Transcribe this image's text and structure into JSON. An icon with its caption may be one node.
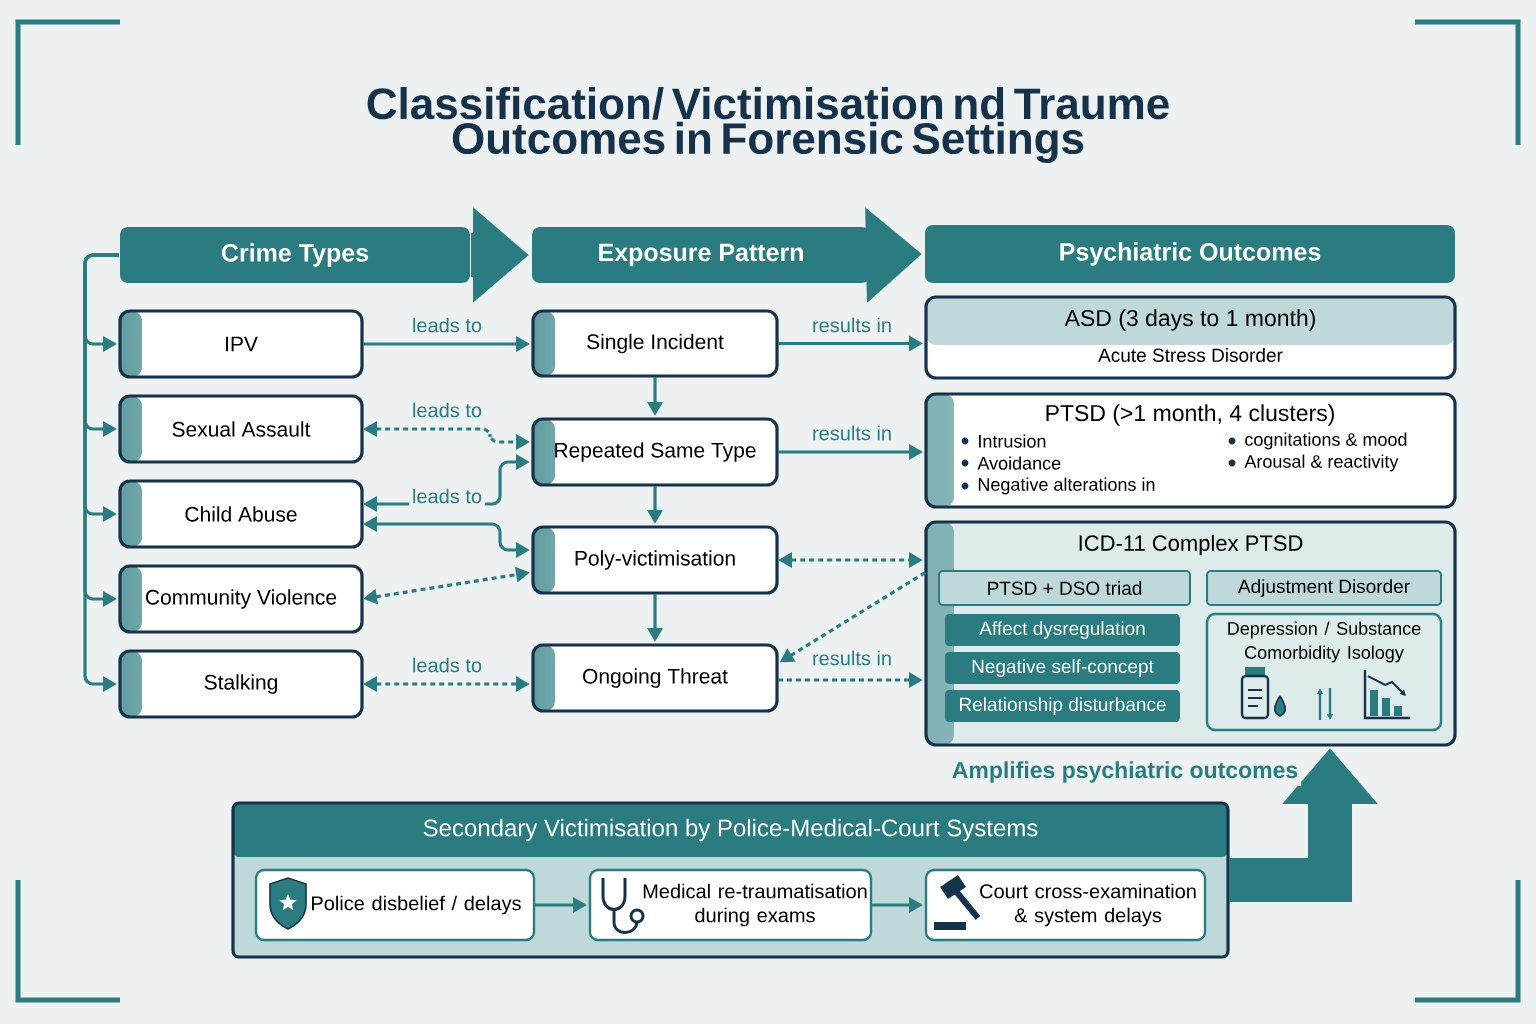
{
  "diagram": {
    "title": "Classification/ Victimisation nd Traume Outcomes in Forensic Settings",
    "nodes": [
      {
        "text": [
          "Crime Types"
        ]
      },
      {
        "text": [
          "Exposure Pattern"
        ]
      },
      {
        "text": [
          "Psychiatric Outcomes"
        ]
      },
      {
        "text": [
          "IPV"
        ]
      },
      {
        "text": [
          "Sexual Assault"
        ]
      },
      {
        "text": [
          "Child Abuse"
        ]
      },
      {
        "text": [
          "Community Violence"
        ]
      },
      {
        "text": [
          "Stalking"
        ]
      },
      {
        "text": [
          "Single Incident"
        ]
      },
      {
        "text": [
          "Repeated Same Type"
        ]
      },
      {
        "text": [
          "Poly-victimisation"
        ]
      },
      {
        "text": [
          "Ongoing Threat"
        ]
      },
      {
        "text": [
          "ASD (3 days to 1 month)",
          "Acute Stress Disorder"
        ]
      },
      {
        "text": [
          "PTSD (>1 month, 4 clusters)",
          "Intrusion",
          "Avoidance",
          "Negative alterations in",
          "cognitations & mood",
          "Arousal & reactivity"
        ]
      },
      {
        "text": [
          "ICD-11 Complex PTSD"
        ]
      },
      {
        "text": [
          "PTSD + DSO triad"
        ],
        "in": 14
      },
      {
        "text": [
          "Affect dysregulation"
        ],
        "in": 14
      },
      {
        "text": [
          "Negative self-concept"
        ],
        "in": 14
      },
      {
        "text": [
          "Relationship disturbance"
        ],
        "in": 14
      },
      {
        "text": [
          "Adjustment Disorder"
        ],
        "in": 14
      },
      {
        "text": [
          "Depression / Substance Comorbidity Isology"
        ],
        "in": 14
      },
      {
        "text": [
          "Secondary Victimisation by Police-Medical-Court Systems"
        ]
      },
      {
        "text": [
          "Police disbelief / delays"
        ],
        "in": 21
      },
      {
        "text": [
          "Medical re-traumatisation during exams"
        ],
        "in": 21
      },
      {
        "text": [
          "Court cross-examination & system delays"
        ],
        "in": 21
      }
    ],
    "edges": [
      {
        "from": 0,
        "to": 1,
        "arrow": "to",
        "style": "thick"
      },
      {
        "from": 1,
        "to": 2,
        "arrow": "to",
        "style": "thick"
      },
      {
        "from": 0,
        "to": 3,
        "arrow": "to"
      },
      {
        "from": 0,
        "to": 4,
        "arrow": "to"
      },
      {
        "from": 0,
        "to": 5,
        "arrow": "to"
      },
      {
        "from": 0,
        "to": 6,
        "arrow": "to"
      },
      {
        "from": 0,
        "to": 7,
        "arrow": "to"
      },
      {
        "from": 3,
        "to": 8,
        "arrow": "to",
        "label": "leads to"
      },
      {
        "from": 4,
        "to": 9,
        "arrow": "both",
        "style": "dashed",
        "label": "leads to"
      },
      {
        "from": 5,
        "to": 9,
        "arrow": "both",
        "label": "leads to"
      },
      {
        "from": 5,
        "to": 10,
        "arrow": "both"
      },
      {
        "from": 6,
        "to": 10,
        "arrow": "both",
        "style": "dashed"
      },
      {
        "from": 7,
        "to": 11,
        "arrow": "both",
        "style": "dashed",
        "label": "leads to"
      },
      {
        "from": 8,
        "to": 9,
        "arrow": "to"
      },
      {
        "from": 9,
        "to": 10,
        "arrow": "to"
      },
      {
        "from": 10,
        "to": 11,
        "arrow": "to"
      },
      {
        "from": 8,
        "to": 12,
        "arrow": "to",
        "label": "results in"
      },
      {
        "from": 9,
        "to": 13,
        "arrow": "to",
        "label": "results in"
      },
      {
        "from": 10,
        "to": 14,
        "arrow": "both",
        "style": "dashed"
      },
      {
        "from": 14,
        "to": 11,
        "arrow": "to",
        "style": "dashed"
      },
      {
        "from": 11,
        "to": 14,
        "arrow": "to",
        "style": "dashed",
        "label": "results in"
      },
      {
        "from": 22,
        "to": 23,
        "arrow": "to"
      },
      {
        "from": 23,
        "to": 24,
        "arrow": "to"
      },
      {
        "from": 21,
        "to": 14,
        "arrow": "to",
        "style": "thick",
        "label": "Amplifies psychiatric outcomes"
      }
    ]
  }
}
